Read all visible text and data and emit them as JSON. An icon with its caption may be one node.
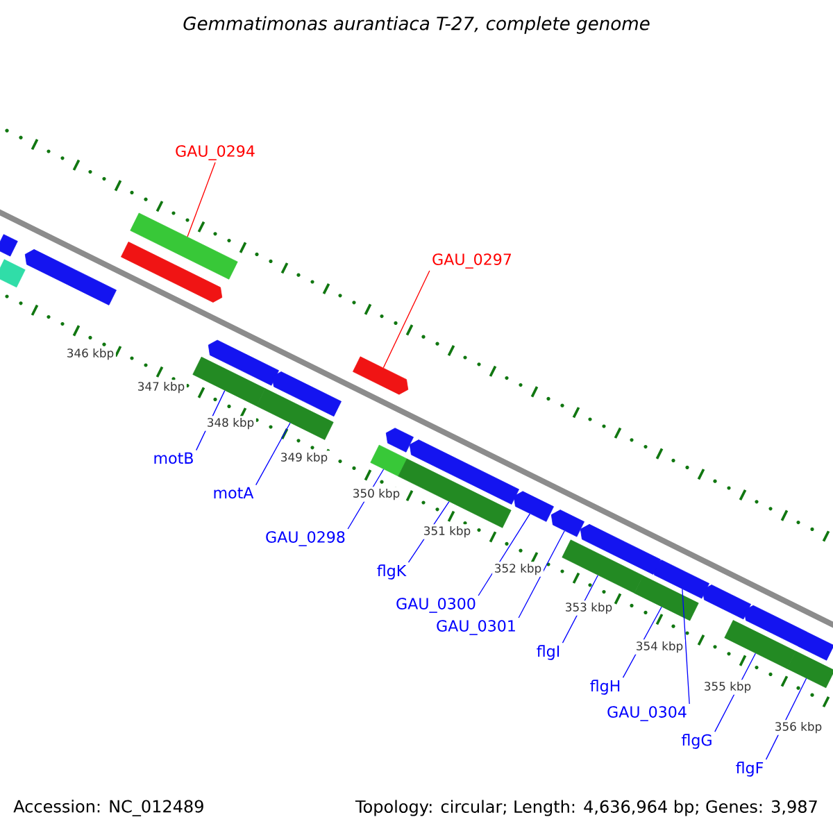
{
  "diagram": {
    "title": "Gemmatimonas aurantiaca T-27, complete genome",
    "nodes": [
      {
        "text": [
          "GAU_0294"
        ]
      },
      {
        "text": [
          "GAU_0297"
        ]
      },
      {
        "text": [
          "motB"
        ]
      },
      {
        "text": [
          "motA"
        ]
      },
      {
        "text": [
          "GAU_0298"
        ]
      },
      {
        "text": [
          "flgK"
        ]
      },
      {
        "text": [
          "GAU_0300"
        ]
      },
      {
        "text": [
          "GAU_0301"
        ]
      },
      {
        "text": [
          "flgI"
        ]
      },
      {
        "text": [
          "flgH"
        ]
      },
      {
        "text": [
          "GAU_0304"
        ]
      },
      {
        "text": [
          "flgG"
        ]
      },
      {
        "text": [
          "flgF"
        ]
      },
      {
        "text": [],
        "shape": "bar"
      },
      {
        "text": [],
        "shape": "pentagon"
      },
      {
        "text": [],
        "shape": "bar"
      },
      {
        "text": [],
        "shape": "bar"
      },
      {
        "text": [],
        "shape": "bar"
      },
      {
        "text": [],
        "shape": "bar"
      },
      {
        "text": [],
        "shape": "pentagon"
      },
      {
        "text": [],
        "shape": "pentagon"
      },
      {
        "text": [],
        "shape": "bar"
      },
      {
        "text": [],
        "shape": "bar"
      },
      {
        "text": [],
        "shape": "pentagon"
      },
      {
        "text": [],
        "shape": "bar"
      },
      {
        "text": [],
        "shape": "bar"
      },
      {
        "text": [],
        "shape": "bar"
      },
      {
        "text": [],
        "shape": "pentagon"
      },
      {
        "text": [],
        "shape": "pentagon"
      },
      {
        "text": [],
        "shape": "pentagon"
      },
      {
        "text": [],
        "shape": "pentagon"
      },
      {
        "text": [],
        "shape": "pentagon"
      },
      {
        "text": [],
        "shape": "pentagon"
      },
      {
        "text": [],
        "shape": "pentagon"
      },
      {
        "text": [],
        "shape": "pentagon"
      },
      {
        "text": [],
        "shape": "bar"
      },
      {
        "text": [],
        "shape": "pentagon"
      },
      {
        "text": [],
        "shape": "bar"
      }
    ],
    "edges": [
      {
        "from": 0,
        "to": 13,
        "arrow": "none",
        "color": "#ff0000"
      },
      {
        "from": 1,
        "to": 14,
        "arrow": "none",
        "color": "#ff0000"
      },
      {
        "from": 2,
        "to": 15,
        "arrow": "none"
      },
      {
        "from": 3,
        "to": 16,
        "arrow": "none"
      },
      {
        "from": 4,
        "to": 17,
        "arrow": "none"
      },
      {
        "from": 5,
        "to": 18,
        "arrow": "none"
      },
      {
        "from": 6,
        "to": 19,
        "arrow": "none"
      },
      {
        "from": 7,
        "to": 20,
        "arrow": "none"
      },
      {
        "from": 8,
        "to": 21,
        "arrow": "none"
      },
      {
        "from": 9,
        "to": 22,
        "arrow": "none"
      },
      {
        "from": 10,
        "to": 23,
        "arrow": "none"
      },
      {
        "from": 11,
        "to": 24,
        "arrow": "none"
      },
      {
        "from": 12,
        "to": 25,
        "arrow": "none"
      }
    ],
    "labels": [
      "346 kbp",
      "347 kbp",
      "348 kbp",
      "349 kbp",
      "350 kbp",
      "351 kbp",
      "352 kbp",
      "353 kbp",
      "354 kbp",
      "355 kbp",
      "356 kbp",
      "Accession: NC_012489",
      "Topology: circular; Length: 4,636,964 bp; Genes: 3,987"
    ]
  }
}
